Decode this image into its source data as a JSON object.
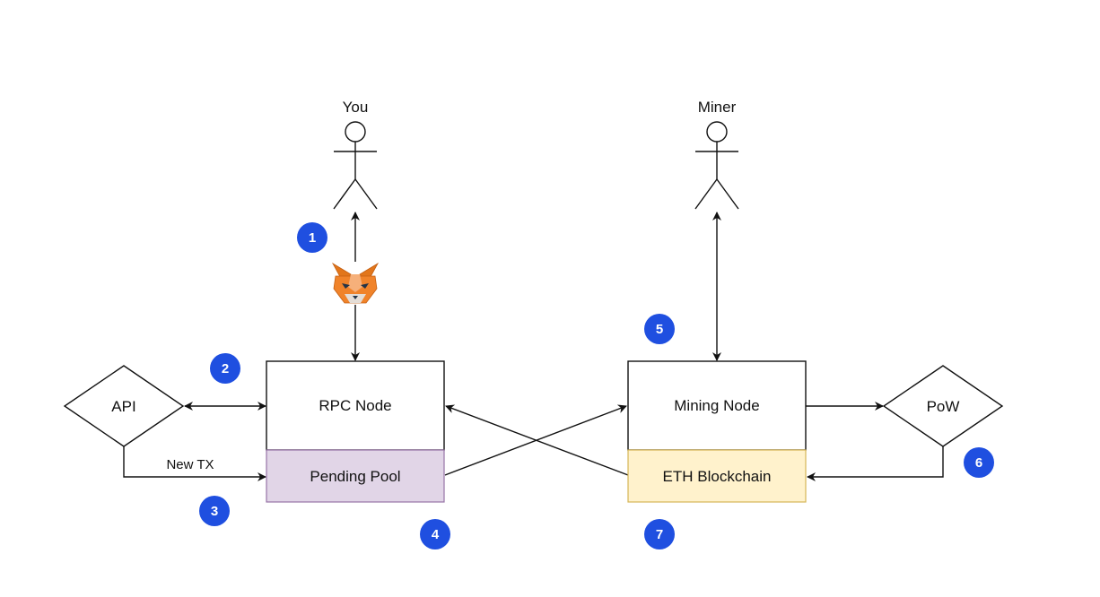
{
  "actors": {
    "you": {
      "label": "You"
    },
    "miner": {
      "label": "Miner"
    }
  },
  "nodes": {
    "rpc_node": {
      "label": "RPC Node"
    },
    "pending_pool": {
      "label": "Pending Pool",
      "fill": "#e1d5e7",
      "stroke": "#9673a6"
    },
    "mining_node": {
      "label": "Mining Node"
    },
    "eth_blockchain": {
      "label": "ETH Blockchain",
      "fill": "#fff2cc",
      "stroke": "#d6b656"
    },
    "api": {
      "label": "API"
    },
    "pow": {
      "label": "PoW"
    }
  },
  "edges": {
    "new_tx": {
      "label": "New TX"
    }
  },
  "steps": [
    {
      "n": "1"
    },
    {
      "n": "2"
    },
    {
      "n": "3"
    },
    {
      "n": "4"
    },
    {
      "n": "5"
    },
    {
      "n": "6"
    },
    {
      "n": "7"
    }
  ],
  "colors": {
    "badge": "#1f4fe0",
    "line": "#111111"
  },
  "icons": {
    "wallet": "metamask-fox-icon"
  }
}
